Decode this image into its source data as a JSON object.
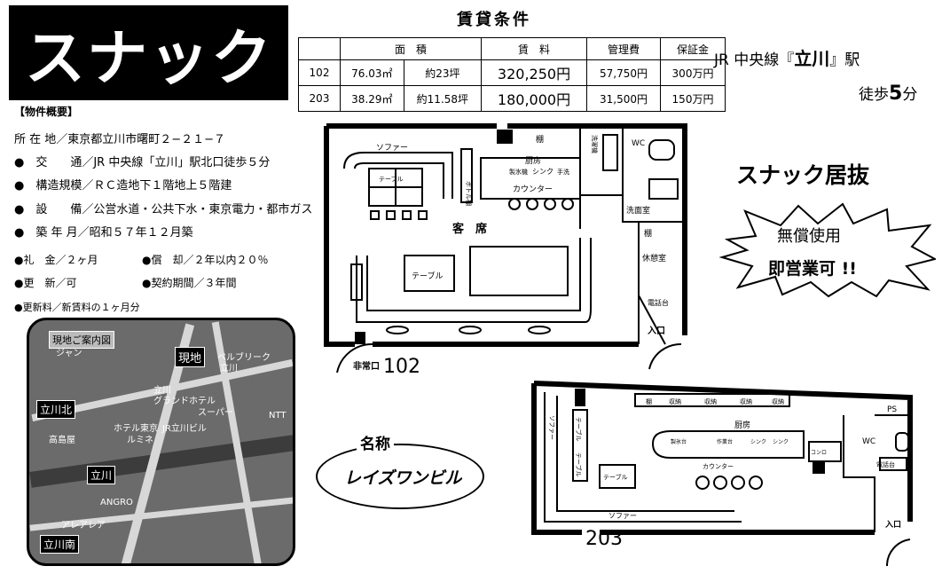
{
  "banner": {
    "title": "スナック"
  },
  "terms": {
    "title": "賃貸条件",
    "headers": [
      "",
      "面　積",
      "賃　料",
      "管理費",
      "保証金"
    ],
    "rows": [
      {
        "unit": "102",
        "area_m2": "76.03㎡",
        "area_tsubo": "約23坪",
        "rent": "320,250円",
        "mgmt": "57,750円",
        "deposit": "300万円"
      },
      {
        "unit": "203",
        "area_m2": "38.29㎡",
        "area_tsubo": "約11.58坪",
        "rent": "180,000円",
        "mgmt": "31,500円",
        "deposit": "150万円"
      }
    ]
  },
  "station": {
    "line": "JR 中央線『",
    "name": "立川",
    "end": "』駅",
    "walk_pre": "徒歩",
    "walk_num": "5",
    "walk_post": "分"
  },
  "overview": {
    "title": "【物件概要】",
    "items": [
      "所 在 地／東京都立川市曙町２−２１−７",
      "●　交　　通／JR 中央線「立川」駅北口徒歩５分",
      "●　構造規模／ＲＣ造地下１階地上５階建",
      "●　設　　備／公営水道・公共下水・東京電力・都市ガス",
      "●　築 年 月／昭和５７年１２月築"
    ],
    "pairs": [
      [
        "●礼　金／２ヶ月",
        "●償　却／２年以内２０％"
      ],
      [
        "●更　新／可",
        "●契約期間／３年間"
      ]
    ],
    "last": "●更新料／新賃料の１ヶ月分"
  },
  "map": {
    "title": "現地ご案内図",
    "site": "現地",
    "labels": [
      "ベルブリーク",
      "立川",
      "立川",
      "グランドホテル",
      "スーパー",
      "NTT",
      "ホテル東京",
      "JR立川ビル",
      "ルミネ",
      "高島屋",
      "ANGRO",
      "アレアレア",
      "ジャン"
    ],
    "stations": [
      "立川北",
      "立川",
      "立川南"
    ]
  },
  "name": {
    "label": "名称",
    "value": "レイズワンビル"
  },
  "promo": {
    "headline": "スナック居抜",
    "line1": "無償使用",
    "line2": "即営業可 !!"
  },
  "plan102": {
    "number": "102",
    "sofa": "ソファー",
    "bottle": "ボトル棚",
    "kitchen": "厨房",
    "shelf": "棚",
    "ice": "製氷機",
    "sink": "シンク",
    "hand": "手洗",
    "laundry": "洗濯機",
    "counter": "カウンター",
    "seats": "客　席",
    "table": "テーブル",
    "wc": "WC",
    "washroom": "洗面室",
    "rest": "休憩室",
    "elec": "電話台",
    "entrance": "入口",
    "emergency": "非常口"
  },
  "plan203": {
    "number": "203",
    "ps": "PS",
    "wc": "WC",
    "elec": "電話台",
    "entrance": "入口",
    "kitchen": "厨房",
    "shelf": "棚",
    "storage": "収納",
    "ice": "製氷台",
    "work": "作業台",
    "sink": "シンク",
    "stove": "コンロ",
    "counter": "カウンター",
    "sofa": "ソファー",
    "table": "テーブル"
  }
}
